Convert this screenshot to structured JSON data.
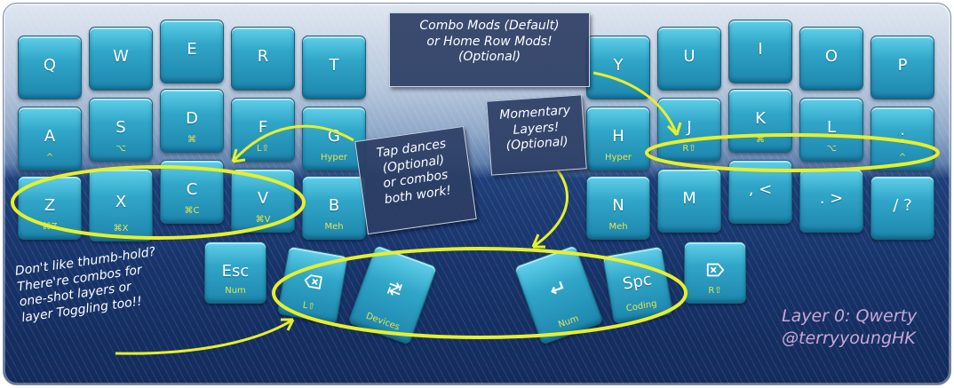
{
  "keys": {
    "q": {
      "label": "Q"
    },
    "w": {
      "label": "W"
    },
    "e": {
      "label": "E"
    },
    "r": {
      "label": "R"
    },
    "t": {
      "label": "T"
    },
    "y": {
      "label": "Y"
    },
    "u": {
      "label": "U"
    },
    "i": {
      "label": "I"
    },
    "o": {
      "label": "O"
    },
    "p": {
      "label": "P"
    },
    "a": {
      "label": "A",
      "sub": "^"
    },
    "s": {
      "label": "S",
      "sub": "⌥"
    },
    "d": {
      "label": "D",
      "sub": "⌘"
    },
    "f": {
      "label": "F",
      "sub": "L⇧"
    },
    "g": {
      "label": "G",
      "sub": "Hyper"
    },
    "h": {
      "label": "H",
      "sub": "Hyper"
    },
    "j": {
      "label": "J",
      "sub": "R⇧"
    },
    "k": {
      "label": "K",
      "sub": "⌘"
    },
    "l": {
      "label": "L",
      "sub": "⌥"
    },
    "semicolon": {
      "label": ";",
      "sub": "^"
    },
    "z": {
      "label": "Z",
      "sub": "⌘Z"
    },
    "x": {
      "label": "X",
      "sub": "⌘X"
    },
    "c": {
      "label": "C",
      "sub": "⌘C"
    },
    "v": {
      "label": "V",
      "sub": "⌘V"
    },
    "b": {
      "label": "B",
      "sub": "Meh"
    },
    "n": {
      "label": "N",
      "sub": "Meh"
    },
    "m": {
      "label": "M"
    },
    "comma": {
      "label": ", <"
    },
    "period": {
      "label": ". >"
    },
    "slash": {
      "label": "/ ?"
    },
    "esc": {
      "label": "Esc",
      "sub": "Num"
    },
    "bksp": {
      "sub": "L⇧",
      "icon": "backspace-icon"
    },
    "tab": {
      "sub": "Devices",
      "icon": "tab-icon"
    },
    "enter": {
      "sub": "Num",
      "icon": "enter-icon"
    },
    "space": {
      "label": "Spc",
      "sub": "Coding"
    },
    "del": {
      "sub": "R⇧",
      "icon": "delete-icon"
    }
  },
  "notes": {
    "combo_mods": [
      "Combo Mods (Default)",
      "or Home Row Mods!",
      "(Optional)"
    ],
    "tap_dances": [
      "Tap dances",
      "(Optional)",
      "or combos",
      "both work!"
    ],
    "momentary": [
      "Momentary",
      "Layers!",
      "(Optional)"
    ],
    "thumb_hold": [
      "Don't like thumb-hold?",
      "There're combos for",
      "one-shot layers or",
      "layer Toggling too!!"
    ]
  },
  "credit": {
    "line1": "Layer 0: Qwerty",
    "line2": "@terryyoungHK"
  },
  "colors": {
    "key_top": "#5fd0ea",
    "key_bottom": "#1d86ad",
    "sub_label": "#e7e44a",
    "highlight": "#e6f02a",
    "note_bg": "#2c3e64",
    "credit": "#c9a7d6"
  }
}
